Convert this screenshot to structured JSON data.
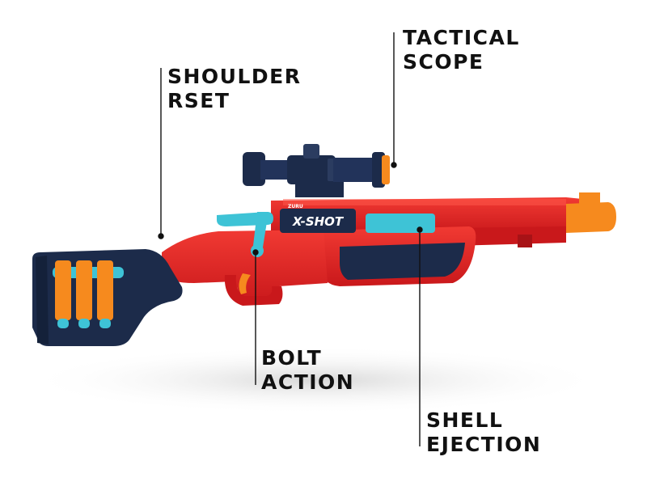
{
  "callouts": {
    "shoulder": {
      "line1": "SHOULDER",
      "line2": "RSET"
    },
    "scope": {
      "line1": "TACTICAL",
      "line2": "SCOPE"
    },
    "bolt": {
      "line1": "BOLT",
      "line2": "ACTION"
    },
    "shell": {
      "line1": "SHELL",
      "line2": "EJECTION"
    }
  },
  "logo": {
    "brand": "X-SHOT",
    "small_text": "ZURU"
  },
  "colors": {
    "body_red": "#e41f1f",
    "dark_navy": "#1c2b4a",
    "orange": "#f68a1e",
    "teal": "#3ec3d6",
    "label_text": "#111111"
  }
}
